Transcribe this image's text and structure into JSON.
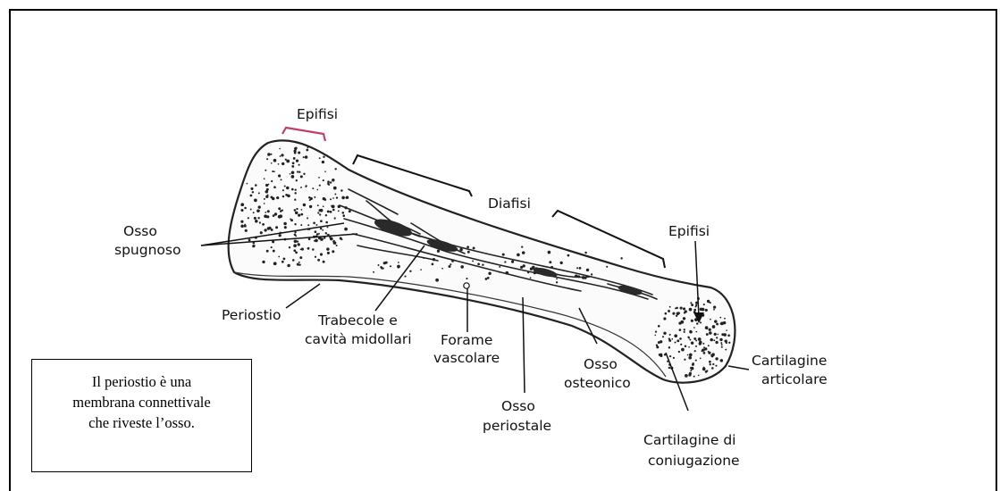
{
  "labels": {
    "epifisi_top": "Epifisi",
    "diafisi": "Diafisi",
    "epifisi_right": "Epifisi",
    "osso_spugnoso": [
      "Osso",
      "spugnoso"
    ],
    "periostio": "Periostio",
    "trabecole": [
      "Trabecole e",
      "cavità midollari"
    ],
    "forame": [
      "Forame",
      "vascolare"
    ],
    "osso_periostale": [
      "Osso",
      "periostale"
    ],
    "osso_osteonico": [
      "Osso",
      "osteonico"
    ],
    "cartilagine_coniugazione": [
      "Cartilagine di",
      "coniugazione"
    ],
    "cartilagine_articolare": [
      "Cartilagine",
      "articolare"
    ]
  },
  "note": {
    "lines": [
      "Il periostio è una",
      "membrana connettivale",
      "che riveste l’osso."
    ]
  },
  "colors": {
    "epifisi_bracket": "#c0406a",
    "ink": "#111111"
  }
}
